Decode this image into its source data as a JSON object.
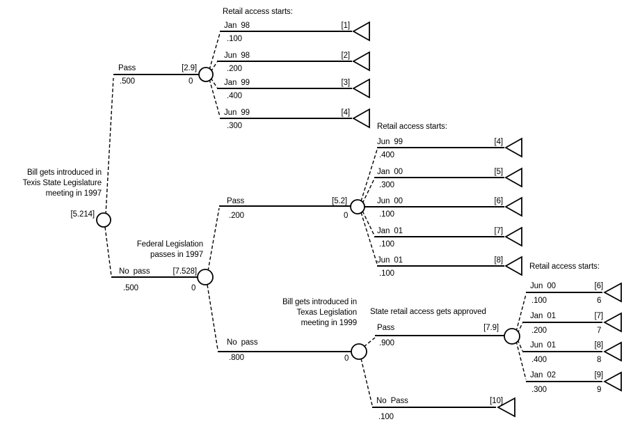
{
  "tree": {
    "type": "decision-tree",
    "root": {
      "l1": "Bill gets introduced in",
      "l2": "Texis State Legislature",
      "l3": "meeting in 1997",
      "ev": "[5.214]"
    },
    "branch_pass1": {
      "label": "Pass",
      "prob": ".500",
      "ev": "[2.9]",
      "cost": "0"
    },
    "branch_nopass1": {
      "label": "No pass",
      "prob": ".500",
      "ev": "[7.528]",
      "cost": "0"
    },
    "federal": {
      "l1": "Federal Legislation",
      "l2": "passes in 1997"
    },
    "fan_top_header": "Retail access starts:",
    "fan_top": [
      {
        "label": "Jan 98",
        "prob": ".100",
        "value": "[1]"
      },
      {
        "label": "Jun 98",
        "prob": ".200",
        "value": "[2]"
      },
      {
        "label": "Jan 99",
        "prob": ".400",
        "value": "[3]"
      },
      {
        "label": "Jun 99",
        "prob": ".300",
        "value": "[4]"
      }
    ],
    "branch_pass2": {
      "label": "Pass",
      "prob": ".200",
      "ev": "[5.2]",
      "cost": "0"
    },
    "branch_nopass2": {
      "label": "No pass",
      "prob": ".800",
      "cost": "0"
    },
    "fan_mid_header": "Retail access starts:",
    "fan_mid": [
      {
        "label": "Jun 99",
        "prob": ".400",
        "value": "[4]"
      },
      {
        "label": "Jan 00",
        "prob": ".300",
        "value": "[5]"
      },
      {
        "label": "Jun 00",
        "prob": ".100",
        "value": "[6]"
      },
      {
        "label": "Jan 01",
        "prob": ".100",
        "value": "[7]"
      },
      {
        "label": "Jun 01",
        "prob": ".100",
        "value": "[8]"
      }
    ],
    "texas": {
      "l1": "Bill gets introduced in",
      "l2": "Texas Legislation",
      "l3": "meeting in 1999",
      "cost": "0"
    },
    "state_header": "State retail access gets approved",
    "branch_pass3": {
      "label": "Pass",
      "prob": ".900",
      "ev": "[7.9]"
    },
    "branch_nopass3": {
      "label": "No Pass",
      "prob": ".100",
      "value": "[10]"
    },
    "fan_bottom_header": "Retail access starts:",
    "fan_bottom": [
      {
        "label": "Jun 00",
        "prob": ".100",
        "value": "[6]",
        "payoff": "6"
      },
      {
        "label": "Jan 01",
        "prob": ".200",
        "value": "[7]",
        "payoff": "7"
      },
      {
        "label": "Jun 01",
        "prob": ".400",
        "value": "[8]",
        "payoff": "8"
      },
      {
        "label": "Jan 02",
        "prob": ".300",
        "value": "[9]",
        "payoff": "9"
      }
    ]
  }
}
